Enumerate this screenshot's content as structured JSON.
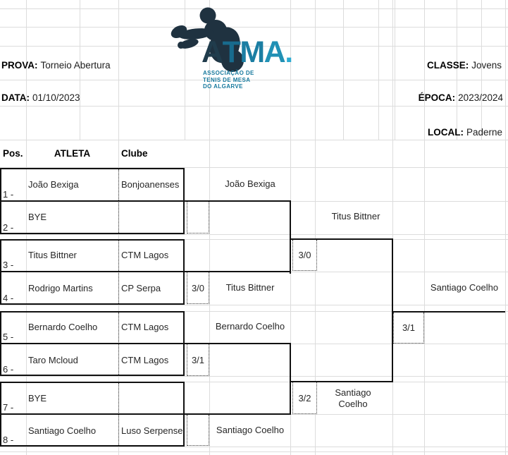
{
  "header": {
    "prova_label": "PROVA:",
    "prova_value": "Torneio Abertura",
    "classe_label": "CLASSE:",
    "classe_value": "Jovens",
    "data_label": "DATA:",
    "data_value": "01/10/2023",
    "epoca_label": "ÉPOCA:",
    "epoca_value": "2023/2024",
    "local_label": "LOCAL:",
    "local_value": "Paderne"
  },
  "logo": {
    "brand_letters": [
      "A",
      "T",
      "M",
      "A",
      "."
    ],
    "org_lines": [
      "ASSOCIAÇÃO DE",
      "TENIS DE MESA",
      "DO ALGARVE"
    ],
    "colors": {
      "silhouette": "#1f3240",
      "letter_a1": "#203c4c",
      "letter_t": "#186b8d",
      "letter_m": "#1b7ea3",
      "letter_a2": "#2191b5",
      "dot": "#2cabd1",
      "org_text": "#187a9e"
    }
  },
  "table": {
    "headers": {
      "pos": "Pos.",
      "atleta": "ATLETA",
      "clube": "Clube"
    },
    "players": [
      {
        "pos": "1 -",
        "name": "João Bexiga",
        "club": "Bonjoanenses"
      },
      {
        "pos": "2 -",
        "name": "BYE",
        "club": ""
      },
      {
        "pos": "3 -",
        "name": "Titus Bittner",
        "club": "CTM Lagos"
      },
      {
        "pos": "4 -",
        "name": "Rodrigo Martins",
        "club": "CP Serpa"
      },
      {
        "pos": "5 -",
        "name": "Bernardo Coelho",
        "club": "CTM Lagos"
      },
      {
        "pos": "6 -",
        "name": "Taro Mcloud",
        "club": "CTM Lagos"
      },
      {
        "pos": "7 -",
        "name": "BYE",
        "club": ""
      },
      {
        "pos": "8 -",
        "name": "Santiago Coelho",
        "club": "Luso Serpense"
      }
    ]
  },
  "bracket": {
    "round1": [
      {
        "winner": "João Bexiga",
        "score": ""
      },
      {
        "winner": "Titus Bittner",
        "score": "3/0"
      },
      {
        "winner": "Bernardo Coelho",
        "score": "3/1"
      },
      {
        "winner": "Santiago Coelho",
        "score": ""
      }
    ],
    "semifinals": [
      {
        "winner": "Titus Bittner",
        "score": "3/0"
      },
      {
        "winner": "Santiago Coelho",
        "score": "3/2"
      }
    ],
    "final": {
      "winner": "Santiago Coelho",
      "score": "3/1"
    }
  }
}
